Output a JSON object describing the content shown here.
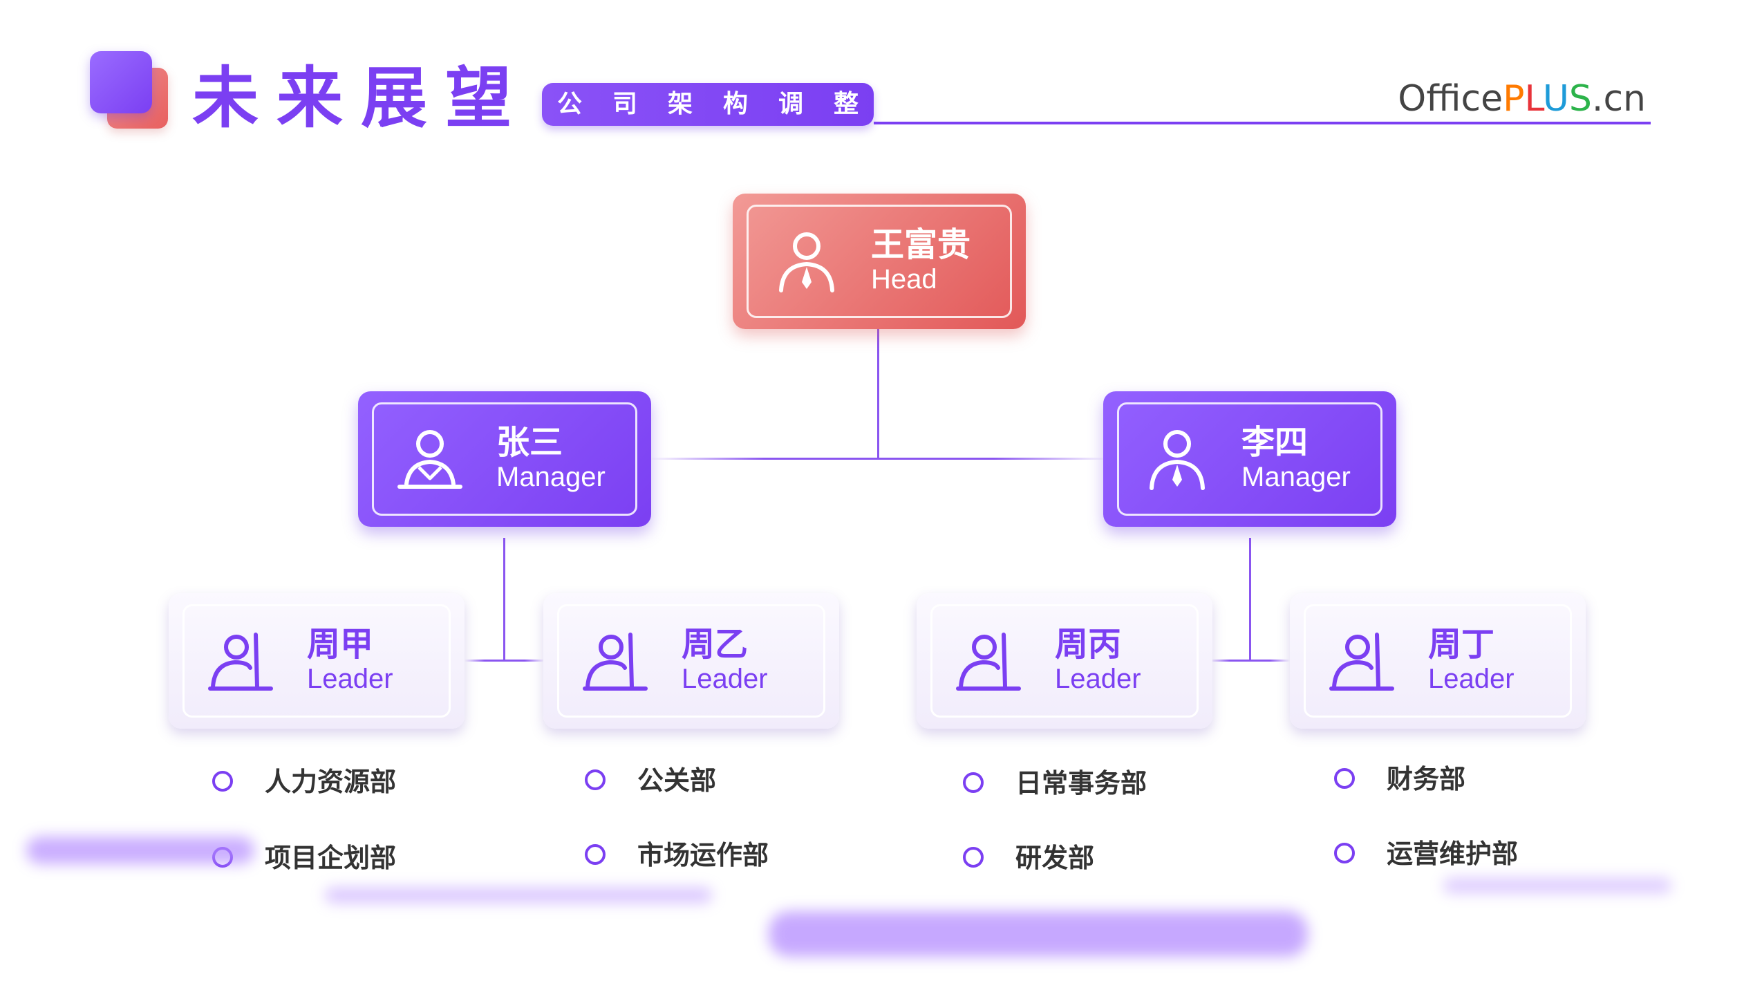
{
  "header": {
    "title": "未来展望",
    "subtitle": "公司架构调整",
    "brand": {
      "part1": "Office",
      "part2": "P",
      "part3": "L",
      "part4": "U",
      "part5": "S",
      "part6": ".cn"
    }
  },
  "colors": {
    "accent": "#7b3ff2",
    "head_card": "#e25858",
    "text_dark": "#333333"
  },
  "org": {
    "head": {
      "name": "王富贵",
      "role": "Head",
      "icon": "user-tie-icon"
    },
    "managers": [
      {
        "name": "张三",
        "role": "Manager",
        "icon": "user-icon"
      },
      {
        "name": "李四",
        "role": "Manager",
        "icon": "user-tie-icon"
      }
    ],
    "leaders": [
      {
        "name": "周甲",
        "role": "Leader",
        "icon": "user-desk-icon",
        "departments": [
          "人力资源部",
          "项目企划部"
        ]
      },
      {
        "name": "周乙",
        "role": "Leader",
        "icon": "user-desk-icon",
        "departments": [
          "公关部",
          "市场运作部"
        ]
      },
      {
        "name": "周丙",
        "role": "Leader",
        "icon": "user-desk-icon",
        "departments": [
          "日常事务部",
          "研发部"
        ]
      },
      {
        "name": "周丁",
        "role": "Leader",
        "icon": "user-desk-icon",
        "departments": [
          "财务部",
          "运营维护部"
        ]
      }
    ]
  }
}
